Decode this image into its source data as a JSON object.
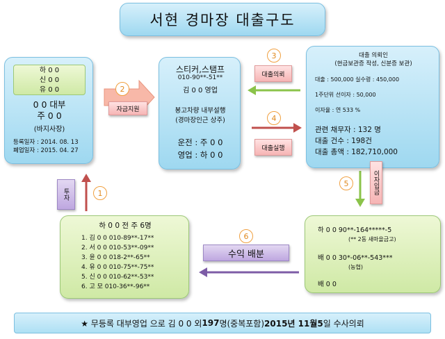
{
  "title": "서현 경마장  대출구도",
  "lender": {
    "inner_lines": [
      "하 0 0",
      "신 0 0",
      "유 0 0"
    ],
    "name_lines": [
      "0 0 대부",
      "주  0 0"
    ],
    "ceo": "(바지사장)",
    "reg_date": "등록일자 : 2014. 08. 13",
    "close_date": "폐업일자 : 2015. 04. 27"
  },
  "broker": {
    "title": "스티커,스탬프",
    "phone": "010-90**-51**",
    "name": "김  0 0 영업",
    "hq": "봉고차량 내부설행",
    "hq2": "(경마장인근 상주)",
    "driver": "운전 : 주  0 0",
    "sales": "영업 : 하  0 0"
  },
  "borrower_info": {
    "h1": "대출 의뢰인",
    "h2": "(현금보관증 작성, 신분증 보관)",
    "loan": "대출 : 500,000   실수령 : 450,000",
    "interest_pre": "1주단위 선이자 : 50,000",
    "rate": "이자율 : 연 533 %",
    "debtors": "관련  채무자 : 132 명",
    "count": "대출 건수 : 198건",
    "total": "대출 총액 : 182,710,000"
  },
  "bottom_left": {
    "title": "하  0 0  전 주 6명",
    "items": [
      "1. 김   0 0   010-89**-17**",
      "2. 서   0 0   010-53**-09**",
      "3. 윤   0 0   018-2**-65**",
      "4. 유   0 0   010-75**-75**",
      "5. 신   0 0   010-62**-53**",
      "6. 고   모   010-36**-96**"
    ]
  },
  "bottom_right": {
    "a1": "하   0 0    90**-164*****-5",
    "a1_sub": "(** 2동 새마을금고)",
    "a2": "배   0 0    30*-06**-543***",
    "a2_sub": "(농협)",
    "a3": "배   0 0"
  },
  "labels": {
    "fund": "자금지원",
    "request": "대출의뢰",
    "execute": "대출실행",
    "deposit": "이자입금",
    "invest": "투자",
    "profit": "수익  배분"
  },
  "steps": [
    "1",
    "2",
    "3",
    "4",
    "5",
    "6"
  ],
  "footer": {
    "prefix": "★ 무등록 대부영업 으로 김  0 0 외 ",
    "count": "197",
    "mid": "명(중복포함) ",
    "date": "2015년 11월5",
    "suffix": " 일  수사의뢰"
  }
}
